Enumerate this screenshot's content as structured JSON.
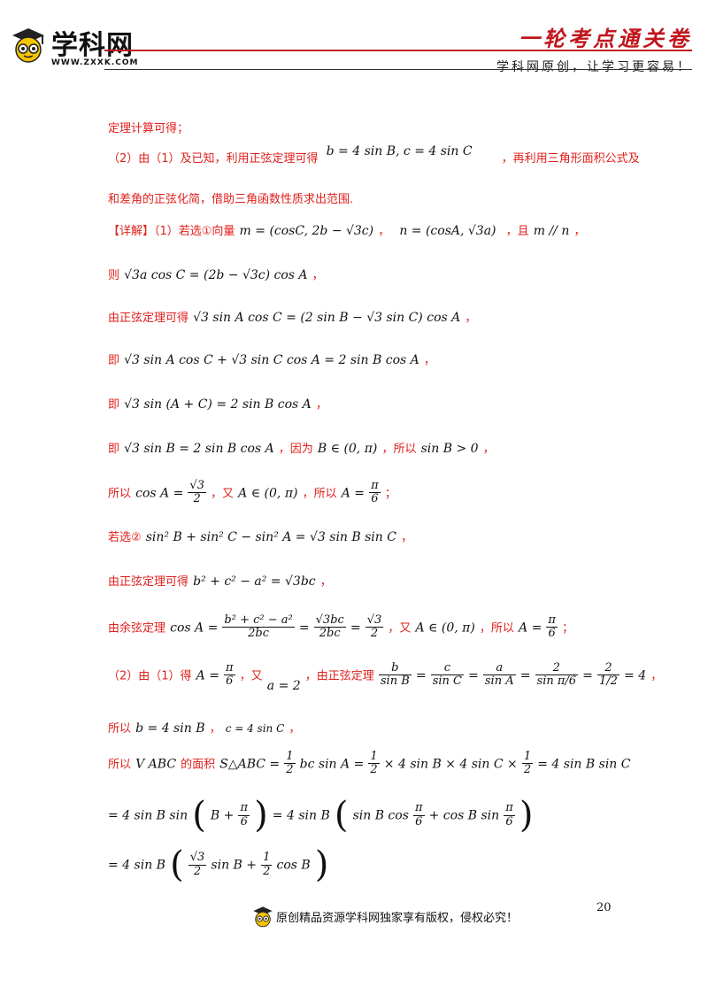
{
  "header": {
    "logo_text": "学科网",
    "logo_url": "WWW.ZXXK.COM",
    "series_title": "一轮考点通关卷",
    "slogan": "学科网原创，让学习更容易！"
  },
  "content": {
    "l1": "定理计算可得；",
    "l2a": "（2）由（1）及已知，利用正弦定理可得",
    "l2m": "b = 4 sin B, c = 4 sin C",
    "l2b": "，再利用三角形面积公式及",
    "l3": "和差角的正弦化简，借助三角函数性质求出范围.",
    "l4a": "【详解】（1）若选①向量",
    "l4m1": "m = (cosC, 2b − √3c)",
    "l4c": "，",
    "l4m2": "n = (cosA, √3a)",
    "l4d": "，且",
    "l4m3": "m // n",
    "l4e": "，",
    "l5a": "则",
    "l5m": "√3a cos C = (2b − √3c) cos A",
    "l5e": "，",
    "l6a": "由正弦定理可得",
    "l6m": "√3 sin A cos C = (2 sin B − √3 sin C) cos A",
    "l6e": "，",
    "l7a": "即",
    "l7m": "√3 sin A cos C + √3 sin C cos A = 2 sin B cos A",
    "l7e": "，",
    "l8a": "即",
    "l8m": "√3 sin (A + C) = 2 sin B cos A",
    "l8e": "，",
    "l9a": "即",
    "l9m1": "√3 sin B = 2 sin B cos A",
    "l9b": "，因为",
    "l9m2": "B ∈ (0, π)",
    "l9c": "，所以",
    "l9m3": "sin B > 0",
    "l9e": "，",
    "l10a": "所以",
    "l10m1": "cos A =",
    "l10f1n": "√3",
    "l10f1d": "2",
    "l10b": "，又",
    "l10m2": "A ∈ (0, π)",
    "l10c": "，所以",
    "l10m3": "A =",
    "l10f2n": "π",
    "l10f2d": "6",
    "l10e": "；",
    "l11a": "若选②",
    "l11m": "sin² B + sin² C − sin² A = √3 sin B sin C",
    "l11e": "，",
    "l12a": "由正弦定理可得",
    "l12m": "b² + c² − a² = √3bc",
    "l12e": "，",
    "l13a": "由余弦定理",
    "l13m1": "cos A =",
    "l13f1n": "b² + c² − a²",
    "l13f1d": "2bc",
    "l13eq1": "=",
    "l13f2n": "√3bc",
    "l13f2d": "2bc",
    "l13eq2": "=",
    "l13f3n": "√3",
    "l13f3d": "2",
    "l13b": "，又",
    "l13m2": "A ∈ (0, π)",
    "l13c": "，所以",
    "l13m3": "A =",
    "l13f4n": "π",
    "l13f4d": "6",
    "l13e": "；",
    "l14a": "（2）由（1）得",
    "l14m1": "A =",
    "l14f1n": "π",
    "l14f1d": "6",
    "l14b": "，又",
    "l14m2": "a = 2",
    "l14c": "，由正弦定理",
    "l14f2n": "b",
    "l14f2d": "sin B",
    "l14eq1": "=",
    "l14f3n": "c",
    "l14f3d": "sin C",
    "l14eq2": "=",
    "l14f4n": "a",
    "l14f4d": "sin A",
    "l14eq3": "=",
    "l14f5n": "2",
    "l14f5d": "sin π/6",
    "l14eq4": "=",
    "l14f6n": "2",
    "l14f6d": "1/2",
    "l14eq5": "= 4",
    "l14e": "，",
    "l15a": "所以",
    "l15m1": "b = 4 sin B",
    "l15b": "，",
    "l15m2": "c = 4 sin C",
    "l15e": "，",
    "l16a": "所以",
    "l16m1": "V ABC",
    "l16b": "的面积",
    "l16m2": "S△ABC =",
    "l16f1n": "1",
    "l16f1d": "2",
    "l16m3": "bc sin A =",
    "l16f2n": "1",
    "l16f2d": "2",
    "l16m4": "× 4 sin B × 4 sin C ×",
    "l16f3n": "1",
    "l16f3d": "2",
    "l16m5": "= 4 sin B sin C",
    "l17m1": "= 4 sin B sin",
    "l17m2": "B +",
    "l17f1n": "π",
    "l17f1d": "6",
    "l17m3": "= 4 sin B",
    "l17m4": "sin B cos",
    "l17f2n": "π",
    "l17f2d": "6",
    "l17m5": "+ cos B sin",
    "l17f3n": "π",
    "l17f3d": "6",
    "l18m1": "= 4 sin B",
    "l18f1n": "√3",
    "l18f1d": "2",
    "l18m2": "sin B +",
    "l18f2n": "1",
    "l18f2d": "2",
    "l18m3": "cos B"
  },
  "footer": {
    "page_number": "20",
    "text": "原创精品资源学科网独家享有版权，侵权必究！"
  }
}
